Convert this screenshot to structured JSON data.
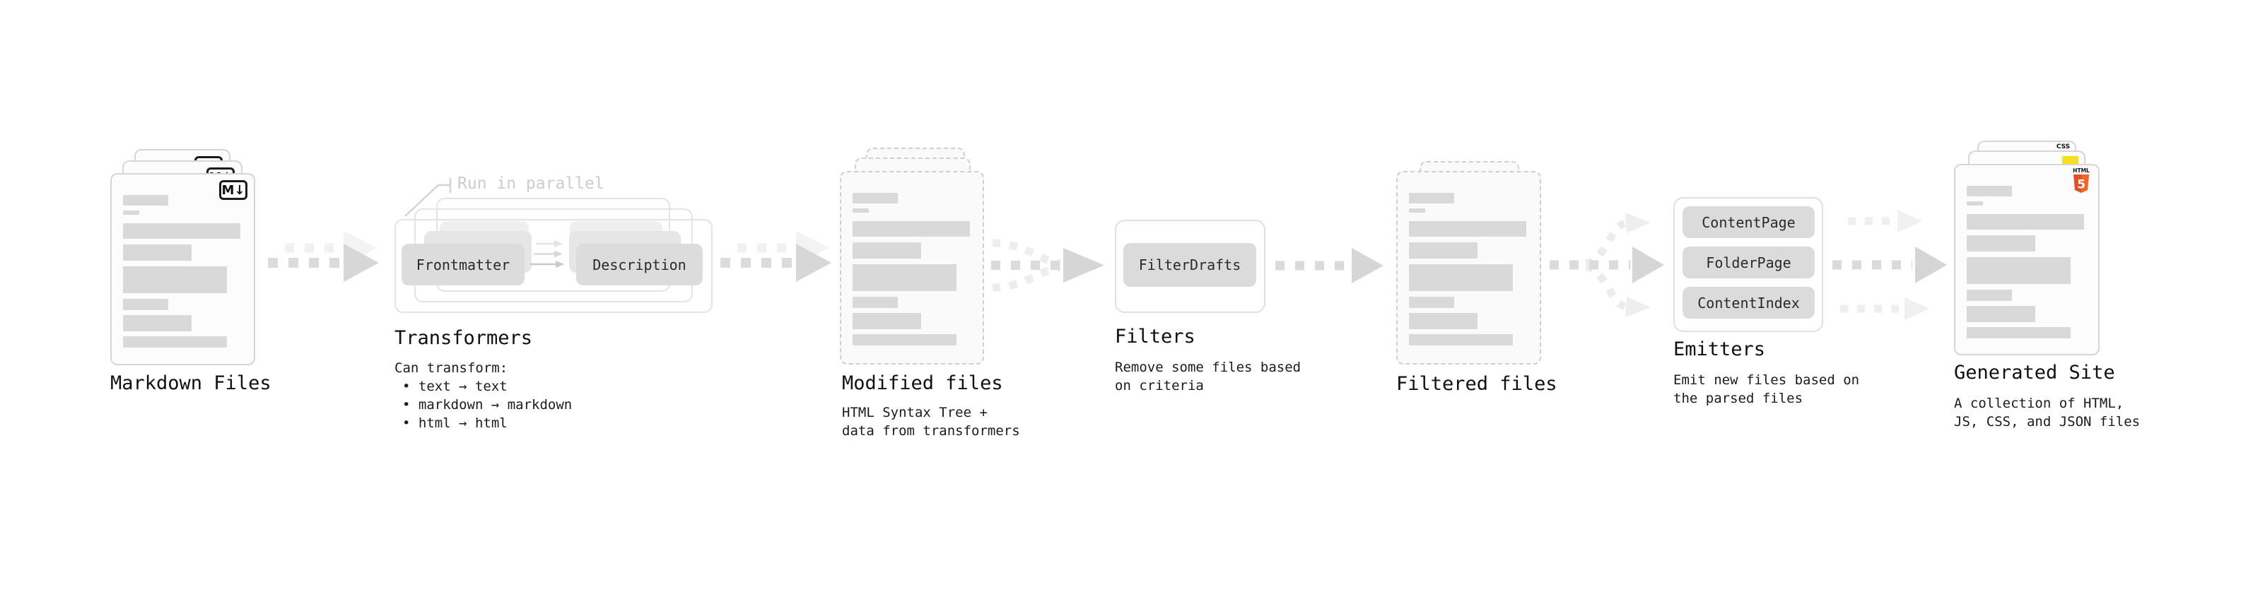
{
  "palette": {
    "text": "#141414",
    "annotation_gray": "#cccccc",
    "doc_border": "#d6d6d6",
    "doc_dashed_border": "#cfcfcf",
    "doc_line_gray": "#d9d9d9",
    "chip_gray": "#dcdcdc",
    "arrow_gray": "#d6d6d6",
    "arrow_light_gray": "#f0f0f0",
    "markdown_badge_black": "#1a1a1a",
    "html5_orange": "#e44d26",
    "html5_orange_light": "#f16529",
    "js_yellow": "#f7df1e",
    "css_blue": "#2965f1"
  },
  "nodes": {
    "markdown_files": {
      "title": "Markdown Files",
      "badge_label": "M↓"
    },
    "transformers": {
      "annotation": "Run in parallel",
      "chip_left": "Frontmatter",
      "chip_right": "Description",
      "title": "Transformers",
      "subtitle": "Can transform:",
      "bullets": [
        "• text → text",
        "• markdown → markdown",
        "• html → html"
      ]
    },
    "modified_files": {
      "title": "Modified files",
      "subtitle_lines": [
        "HTML Syntax Tree +",
        "data from transformers"
      ]
    },
    "filters": {
      "chip": "FilterDrafts",
      "title": "Filters",
      "subtitle_lines": [
        "Remove some files based",
        "on criteria"
      ]
    },
    "filtered_files": {
      "title": "Filtered files"
    },
    "emitters": {
      "chips": [
        "ContentPage",
        "FolderPage",
        "ContentIndex"
      ],
      "title": "Emitters",
      "subtitle_lines": [
        "Emit new files based on",
        "the parsed files"
      ]
    },
    "generated_site": {
      "title": "Generated Site",
      "subtitle_lines": [
        "A collection of HTML,",
        "JS, CSS, and JSON files"
      ],
      "badges": {
        "css": "CSS",
        "html": "HTML",
        "html_number": "5"
      }
    }
  }
}
